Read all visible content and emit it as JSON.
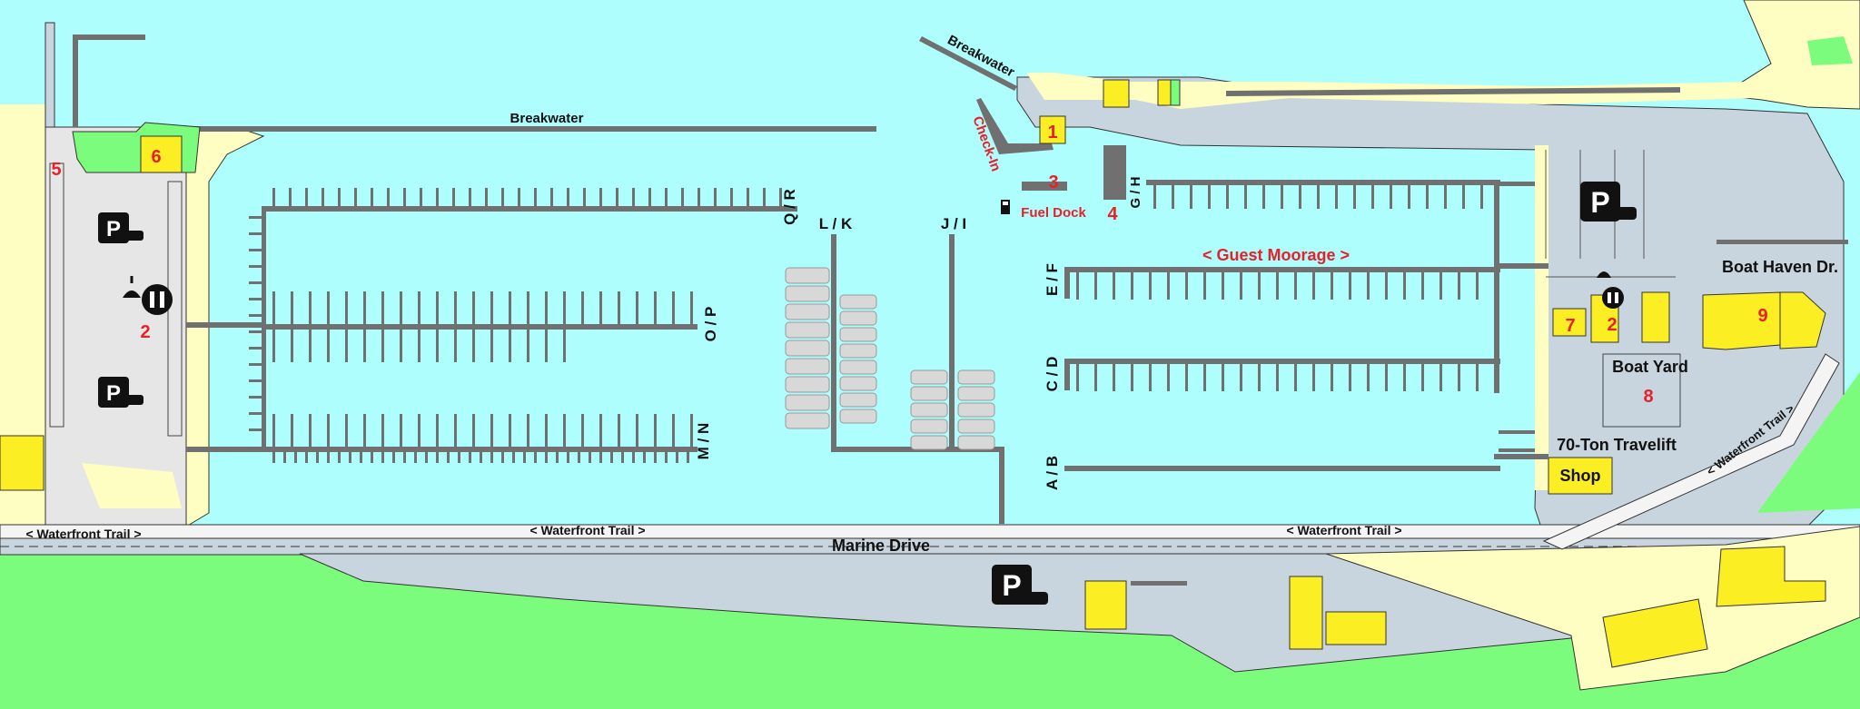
{
  "labels": {
    "breakwater_left": "Breakwater",
    "breakwater_right": "Breakwater",
    "check_in": "Check-In",
    "fuel_dock": "Fuel Dock",
    "guest_moorage": "< Guest Moorage >",
    "boat_haven": "Boat Haven Dr.",
    "boat_yard": "Boat Yard",
    "travelift": "70-Ton Travelift",
    "shop": "Shop",
    "marine_drive": "Marine Drive",
    "trail_left": "< Waterfront Trail >",
    "trail_mid": "< Waterfront Trail >",
    "trail_right": "< Waterfront Trail >",
    "trail_diag": "< Waterfront Trail >"
  },
  "docks": {
    "qr": "Q / R",
    "op": "O / P",
    "mn": "M / N",
    "lk": "L / K",
    "ji": "J / I",
    "gh": "G / H",
    "ef": "E / F",
    "cd": "C / D",
    "ab": "A / B"
  },
  "numbers": {
    "n1": "1",
    "n2a": "2",
    "n2b": "2",
    "n3": "3",
    "n4": "4",
    "n5": "5",
    "n6": "6",
    "n7": "7",
    "n8": "8",
    "n9": "9"
  },
  "icons": {
    "parking": "P",
    "parking_icon": "parking-icon",
    "restroom_icon": "restroom-icon",
    "shower_icon": "shower-icon",
    "fuel_icon": "fuel-pump-icon"
  },
  "colors": {
    "water": "#aefefe",
    "land_green": "#7cfc7c",
    "sand": "#fefec2",
    "pavement": "#c9d5de",
    "dock": "#707070",
    "building": "#fbee23",
    "label_red": "#e8202a",
    "road_white": "#f4f4f4"
  }
}
